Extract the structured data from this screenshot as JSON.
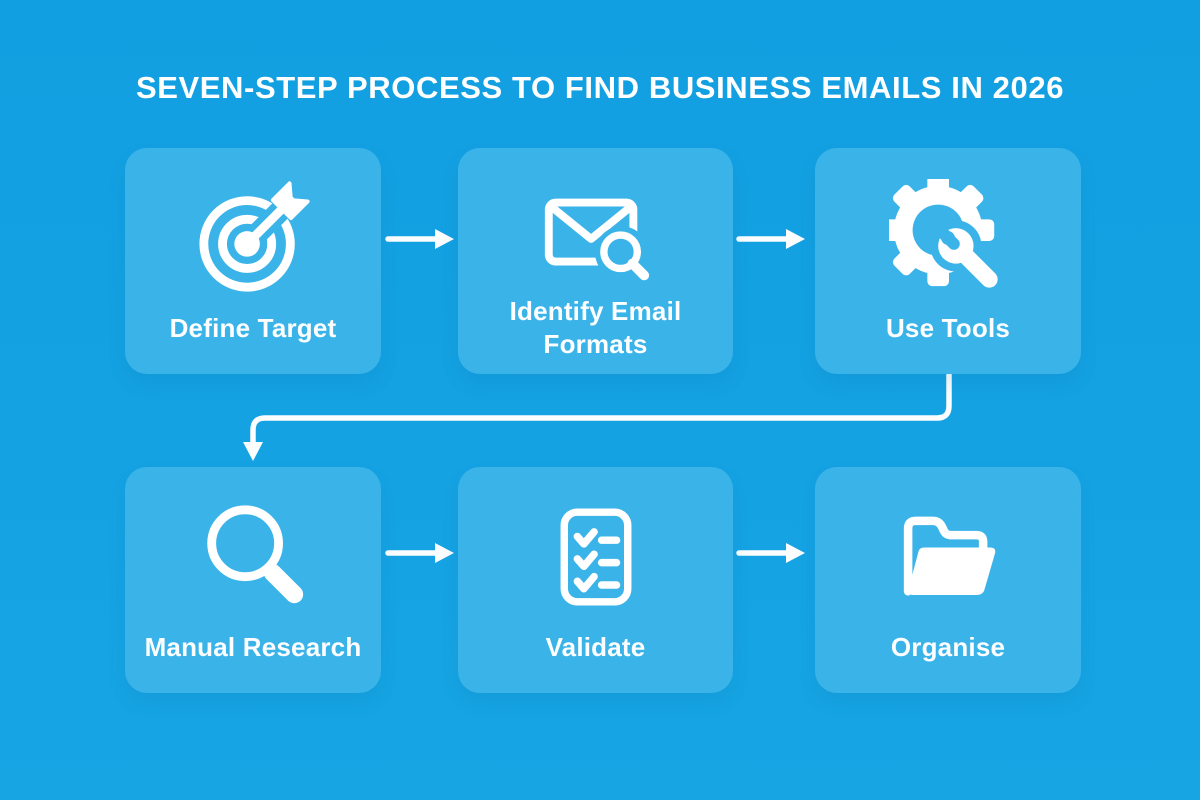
{
  "title": "SEVEN-STEP PROCESS TO FIND BUSINESS EMAILS IN 2026",
  "colors": {
    "background": "#14a2e3",
    "card": "#3ab3e9",
    "text": "#ffffff",
    "connector": "#fbfdff"
  },
  "steps": [
    {
      "order": 1,
      "label": "Define Target",
      "icon": "target-icon"
    },
    {
      "order": 2,
      "label": "Identify Email Formats",
      "icon": "email-search-icon"
    },
    {
      "order": 3,
      "label": "Use Tools",
      "icon": "gear-wrench-icon"
    },
    {
      "order": 4,
      "label": "Manual Research",
      "icon": "magnifier-icon"
    },
    {
      "order": 5,
      "label": "Validate",
      "icon": "checklist-icon"
    },
    {
      "order": 6,
      "label": "Organise",
      "icon": "folder-icon"
    }
  ]
}
